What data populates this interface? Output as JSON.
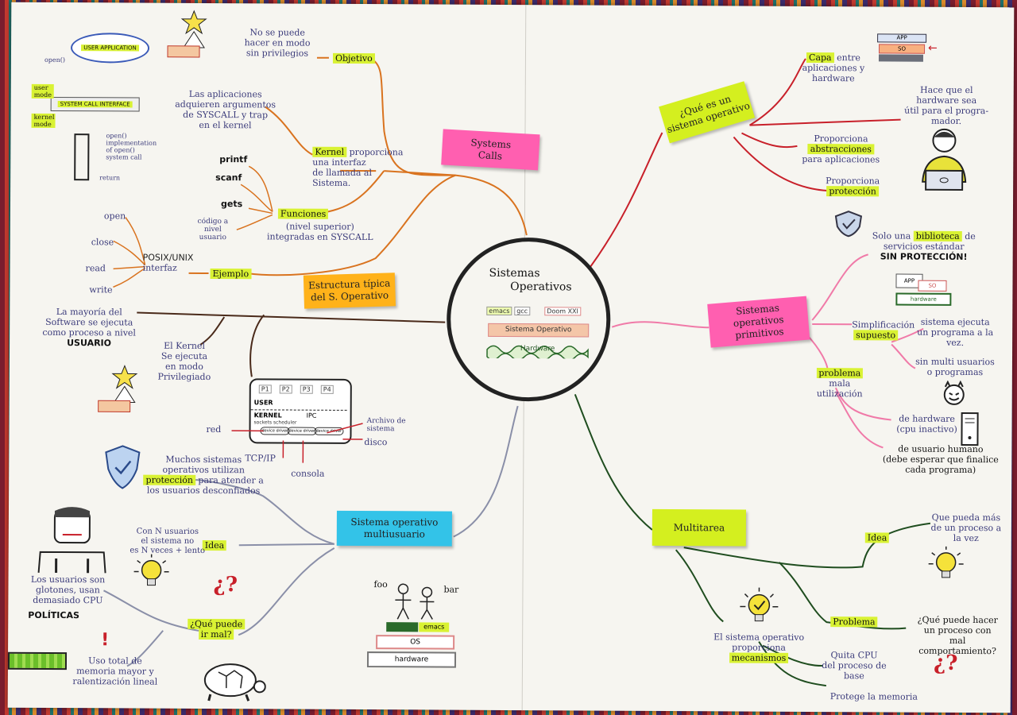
{
  "center": {
    "title_line1": "Sistemas",
    "title_line2": "Operativos",
    "chips": [
      "emacs",
      "gcc",
      "Doom XXI"
    ],
    "os": "Sistema Operativo",
    "hardware": "Hardware"
  },
  "systems_calls": {
    "title_line1": "Systems",
    "title_line2": "Calls",
    "objetivo_text": [
      "No se puede",
      "hacer en modo",
      "sin privilegios"
    ],
    "objetivo_label": "Objetivo",
    "kernel_text_left": [
      "Las aplicaciones",
      "adquieren argumentos",
      "de SYSCALL y trap",
      "en el kernel"
    ],
    "kernel_label": "Kernel",
    "kernel_text_right": [
      "proporciona",
      "una interfaz",
      "de llamada al",
      "Sistema."
    ],
    "functions": [
      "printf",
      "scanf",
      "gets",
      "código a",
      "nivel",
      "usuario"
    ],
    "funciones_label": "Funciones",
    "funciones_text": [
      "(nivel superior)",
      "integradas en SYSCALL"
    ],
    "posix_items": [
      "open",
      "close",
      "read",
      "write"
    ],
    "posix_label": [
      "POSIX/UNIX",
      "interfaz"
    ],
    "ejemplo_label": "Ejemplo",
    "user_app": "USER APPLICATION",
    "sys_call_if": "SYSTEM CALL INTERFACE",
    "user_mode": "user mode",
    "kernel_mode": "kernel mode",
    "open_label": "open()",
    "open_impl": [
      "open()",
      "implementation",
      "of open()",
      "system call"
    ],
    "return_label": "return"
  },
  "estructura": {
    "title_line1": "Estructura típica",
    "title_line2": "del S. Operativo",
    "left_text": [
      "La mayoría del",
      "Software se ejecuta",
      "como proceso a nivel"
    ],
    "usuario": "USUARIO",
    "kernel_text": [
      "El Kernel",
      "Se ejecuta",
      "en modo",
      "Privilegiado"
    ],
    "diagram_user": "USER",
    "diagram_kernel": "KERNEL",
    "diagram_ipc": "IPC",
    "diagram_sub": "sockets  scheduler",
    "drivers": [
      "device driver",
      "device driver",
      "device driver"
    ],
    "processes": [
      "P1",
      "P2",
      "P3",
      "P4"
    ],
    "red": "red",
    "tcpip": "TCP/IP",
    "consola": "consola",
    "archivo": [
      "Archivo de",
      "sistema"
    ],
    "disco": "disco"
  },
  "que_es": {
    "title_line1": "¿Qué es un",
    "title_line2": "sistema operativo",
    "capa_hl": "Capa",
    "capa_text": [
      "entre",
      "aplicaciones y",
      "hardware"
    ],
    "hace_text": [
      "Hace que el",
      "hardware sea",
      "útil para el progra-",
      "mador."
    ],
    "abstr_pre": "Proporciona",
    "abstr_hl": "abstracciones",
    "abstr_post": "para aplicaciones",
    "prot_pre": "Proporciona",
    "prot_hl": "protección",
    "stack_top": "APP",
    "stack_mid": "SO"
  },
  "primitivos": {
    "title_line1": "Sistemas",
    "title_line2": "operativos",
    "title_line3": "primitivos",
    "lib_pre": "Solo una",
    "lib_hl": "biblioteca",
    "lib_post": "de",
    "lib_line2": "servicios estándar",
    "sin_proteccion": "SIN PROTECCIÓN!",
    "app": "APP",
    "so": "SO",
    "hardware": "hardware",
    "simpl": "Simplificación",
    "supuesto_hl": "supuesto",
    "ejecuta": [
      "sistema ejecuta",
      "un programa a la",
      "vez."
    ],
    "sin_multi": [
      "sin multi usuarios",
      "o programas"
    ],
    "problema_hl": "problema",
    "mala": "mala",
    "utilizacion": "utilización",
    "de_hw": [
      "de hardware",
      "(cpu inactivo)"
    ],
    "de_usuario": [
      "de usuario humano",
      "(debe esperar que finalice",
      "cada programa)"
    ]
  },
  "multiusuario": {
    "title_line1": "Sistema  operativo",
    "title_line2": "multiusuario",
    "proteccion_text": [
      "Muchos sistemas",
      "operativos utilizan",
      "protección",
      "para atender a",
      "los usuarios desconfiados"
    ],
    "idea_label": "Idea",
    "idea_text": [
      "Con N usuarios",
      "el sistema no",
      "es N veces + lento"
    ],
    "usuarios_text": [
      "Los usuarios son",
      "glotones, usan",
      "demasiado CPU"
    ],
    "politicas": "POLÍTICAS",
    "mal_label": [
      "¿Qué puede",
      "ir mal?"
    ],
    "mal_text": [
      "Uso total de",
      "memoria mayor y",
      "ralentización lineal"
    ],
    "foo": "foo",
    "bar": "bar",
    "emacs": "emacs",
    "os": "OS",
    "hardware": "hardware",
    "question_marks": "¿?"
  },
  "multitarea": {
    "title": "Multitarea",
    "idea_hl": "Idea",
    "idea_text": [
      "Que pueda más",
      "de un proceso a",
      "la vez"
    ],
    "problema_hl": "Problema",
    "problema_text": [
      "¿Qué puede hacer",
      "un proceso con",
      "mal comportamiento?"
    ],
    "mecanismos_pre": [
      "El sistema operativo",
      "proporciona"
    ],
    "mecanismos_hl": "mecanismos",
    "quita": [
      "Quita CPU",
      "del proceso de",
      "base"
    ],
    "protege": "Protege la memoria",
    "question_marks": "¿?"
  }
}
